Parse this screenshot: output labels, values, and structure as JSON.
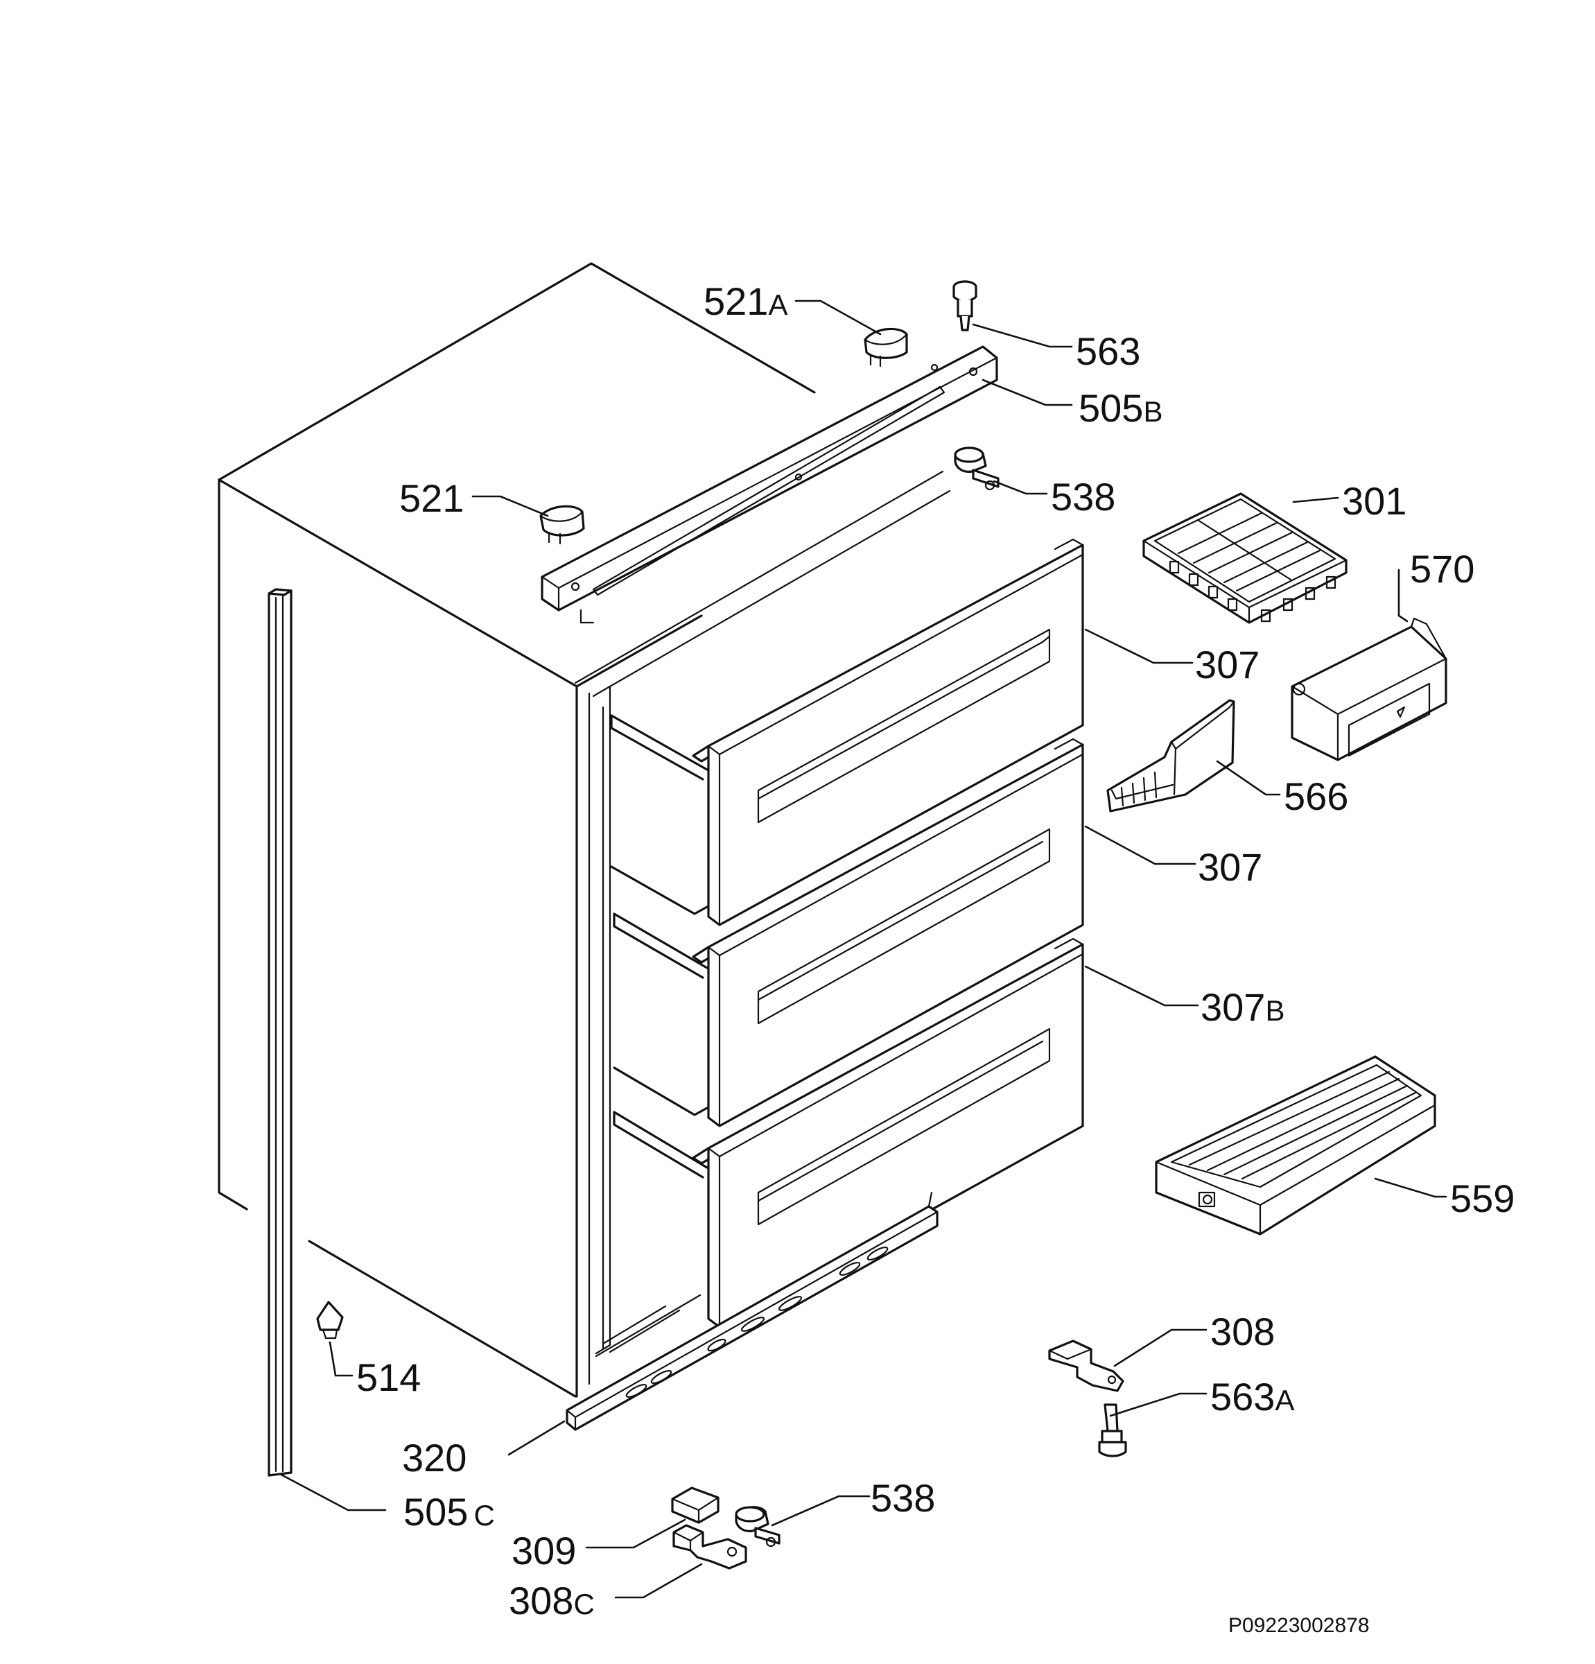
{
  "callouts": [
    {
      "id": "c-521a",
      "number": "521",
      "suffix": "A"
    },
    {
      "id": "c-563",
      "number": "563",
      "suffix": ""
    },
    {
      "id": "c-505b",
      "number": "505",
      "suffix": "B"
    },
    {
      "id": "c-538-top",
      "number": "538",
      "suffix": ""
    },
    {
      "id": "c-521",
      "number": "521",
      "suffix": ""
    },
    {
      "id": "c-301",
      "number": "301",
      "suffix": ""
    },
    {
      "id": "c-570",
      "number": "570",
      "suffix": ""
    },
    {
      "id": "c-307-1",
      "number": "307",
      "suffix": ""
    },
    {
      "id": "c-566",
      "number": "566",
      "suffix": ""
    },
    {
      "id": "c-307-2",
      "number": "307",
      "suffix": ""
    },
    {
      "id": "c-307b",
      "number": "307",
      "suffix": "B"
    },
    {
      "id": "c-559",
      "number": "559",
      "suffix": ""
    },
    {
      "id": "c-308",
      "number": "308",
      "suffix": ""
    },
    {
      "id": "c-563a",
      "number": "563",
      "suffix": "A"
    },
    {
      "id": "c-514",
      "number": "514",
      "suffix": ""
    },
    {
      "id": "c-320",
      "number": "320",
      "suffix": ""
    },
    {
      "id": "c-538-bottom",
      "number": "538",
      "suffix": ""
    },
    {
      "id": "c-505c",
      "number": "505",
      "suffix": "C"
    },
    {
      "id": "c-309",
      "number": "309",
      "suffix": ""
    },
    {
      "id": "c-308c",
      "number": "308",
      "suffix": "C"
    }
  ],
  "document_code": "P09223002878"
}
